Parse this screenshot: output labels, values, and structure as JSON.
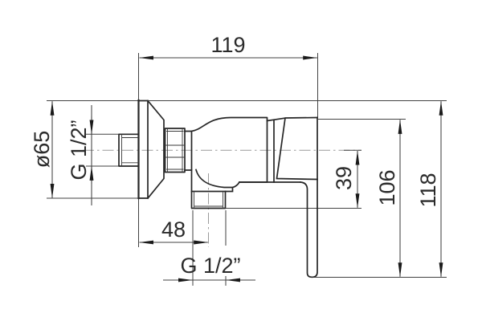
{
  "drawing": {
    "subject": "wall-mounted shower mixer tap, side view technical drawing",
    "dimensions": {
      "overall_width": "119",
      "escutcheon_diameter": "ø65",
      "inlet_thread": "G 1/2”",
      "outlet_offset": "48",
      "outlet_thread": "G 1/2”",
      "outlet_axis_drop": "39",
      "body_height": "106",
      "overall_height": "118"
    },
    "colors": {
      "outline": "#262626",
      "dimension_line": "#404040",
      "centerline": "#999999",
      "arrow": "#1a1a1a",
      "background": "#ffffff"
    }
  }
}
